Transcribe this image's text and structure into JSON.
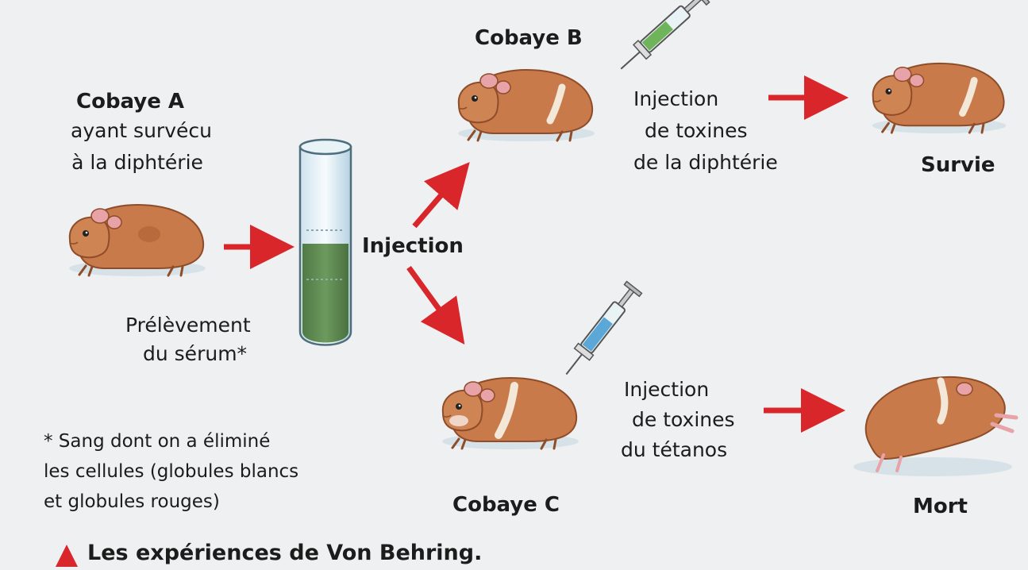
{
  "guinea_pig_a": {
    "title": "Cobaye A",
    "line1": "ayant survécu",
    "line2": "à la diphtérie"
  },
  "serum": {
    "line1": "Prélèvement",
    "line2": "du sérum*"
  },
  "injection_label": "Injection",
  "guinea_pig_b": {
    "title": "Cobaye B",
    "injection_line1": "Injection",
    "injection_line2": "de toxines",
    "injection_line3": "de la diphtérie",
    "outcome": "Survie"
  },
  "guinea_pig_c": {
    "title": "Cobaye C",
    "injection_line1": "Injection",
    "injection_line2": "de toxines",
    "injection_line3": "du tétanos",
    "outcome": "Mort"
  },
  "footnote": {
    "line1": "* Sang dont on a éliminé",
    "line2": "les cellules (globules blancs",
    "line3": "et globules rouges)"
  },
  "caption": "Les expériences de Von Behring.",
  "colors": {
    "arrow": "#d8262a",
    "fur": "#c97a4a",
    "fur_dark": "#a85c33",
    "serum": "#5f8a52",
    "syringe_green": "#6fb35a",
    "syringe_blue": "#5aa7d8",
    "caption_triangle": "#d8262a"
  },
  "icons": {
    "guinea_pig": "guinea-pig-icon",
    "syringe": "syringe-icon",
    "test_tube": "test-tube-icon",
    "arrow": "arrow-right-icon",
    "caption_marker": "triangle-icon"
  }
}
